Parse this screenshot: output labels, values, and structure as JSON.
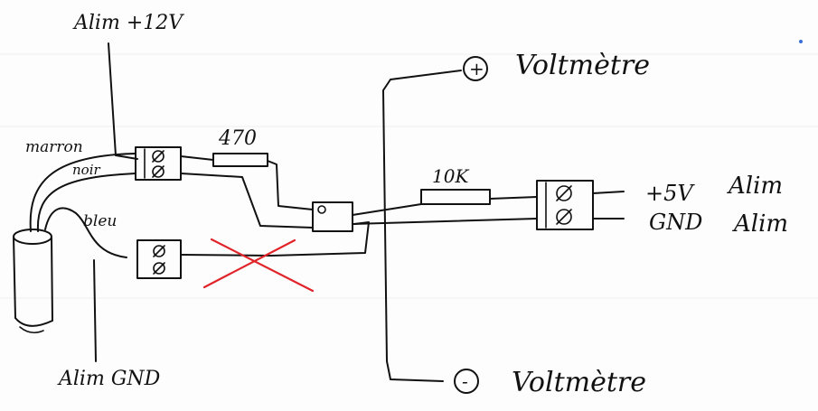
{
  "labels": {
    "alim_12v": "Alim +12V",
    "alim_gnd": "Alim GND",
    "marron": "marron",
    "noir": "noir",
    "bleu": "bleu",
    "resistor_470": "470",
    "resistor_10k": "10K",
    "voltmeter_plus_symbol": "+",
    "voltmeter_plus_label": "Voltmètre",
    "voltmeter_minus_symbol": "-",
    "voltmeter_minus_label": "Voltmètre",
    "plus_5v": "+5V",
    "plus_5v_alim": "Alim",
    "gnd": "GND",
    "gnd_alim": "Alim"
  },
  "colors": {
    "ink": "#111111",
    "cross": "#e0242a",
    "paper": "#fdfdfd"
  }
}
